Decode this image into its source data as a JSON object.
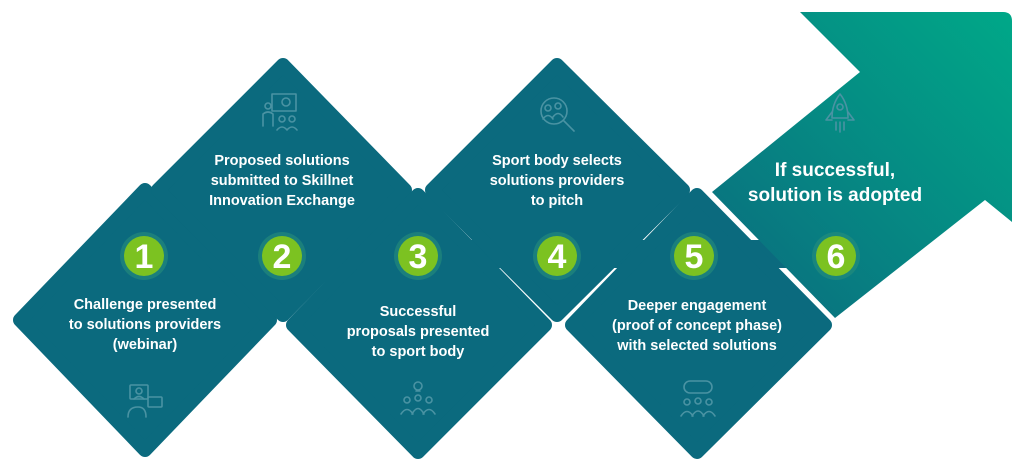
{
  "colors": {
    "teal": "#0b6a7e",
    "teal_dark": "#085a6b",
    "arrow_gradient_start": "#0b6a7e",
    "arrow_gradient_end": "#00a888",
    "badge_green": "#7cc221",
    "badge_ring": "#2a8f7a",
    "icon_stroke": "#4a93a3"
  },
  "steps": [
    {
      "number": "1",
      "text": "Challenge presented\nto solutions providers\n(webinar)",
      "icon": "video-call-icon"
    },
    {
      "number": "2",
      "text": "Proposed solutions\nsubmitted to Skillnet\nInnovation Exchange",
      "icon": "presentation-icon"
    },
    {
      "number": "3",
      "text": "Successful\nproposals presented\nto sport body",
      "icon": "team-idea-icon"
    },
    {
      "number": "4",
      "text": "Sport body selects\nsolutions providers\nto pitch",
      "icon": "search-people-icon"
    },
    {
      "number": "5",
      "text": "Deeper engagement\n(proof of concept phase)\nwith selected solutions",
      "icon": "discussion-icon"
    },
    {
      "number": "6",
      "text": "If successful,\nsolution is adopted",
      "icon": "rocket-icon"
    }
  ]
}
